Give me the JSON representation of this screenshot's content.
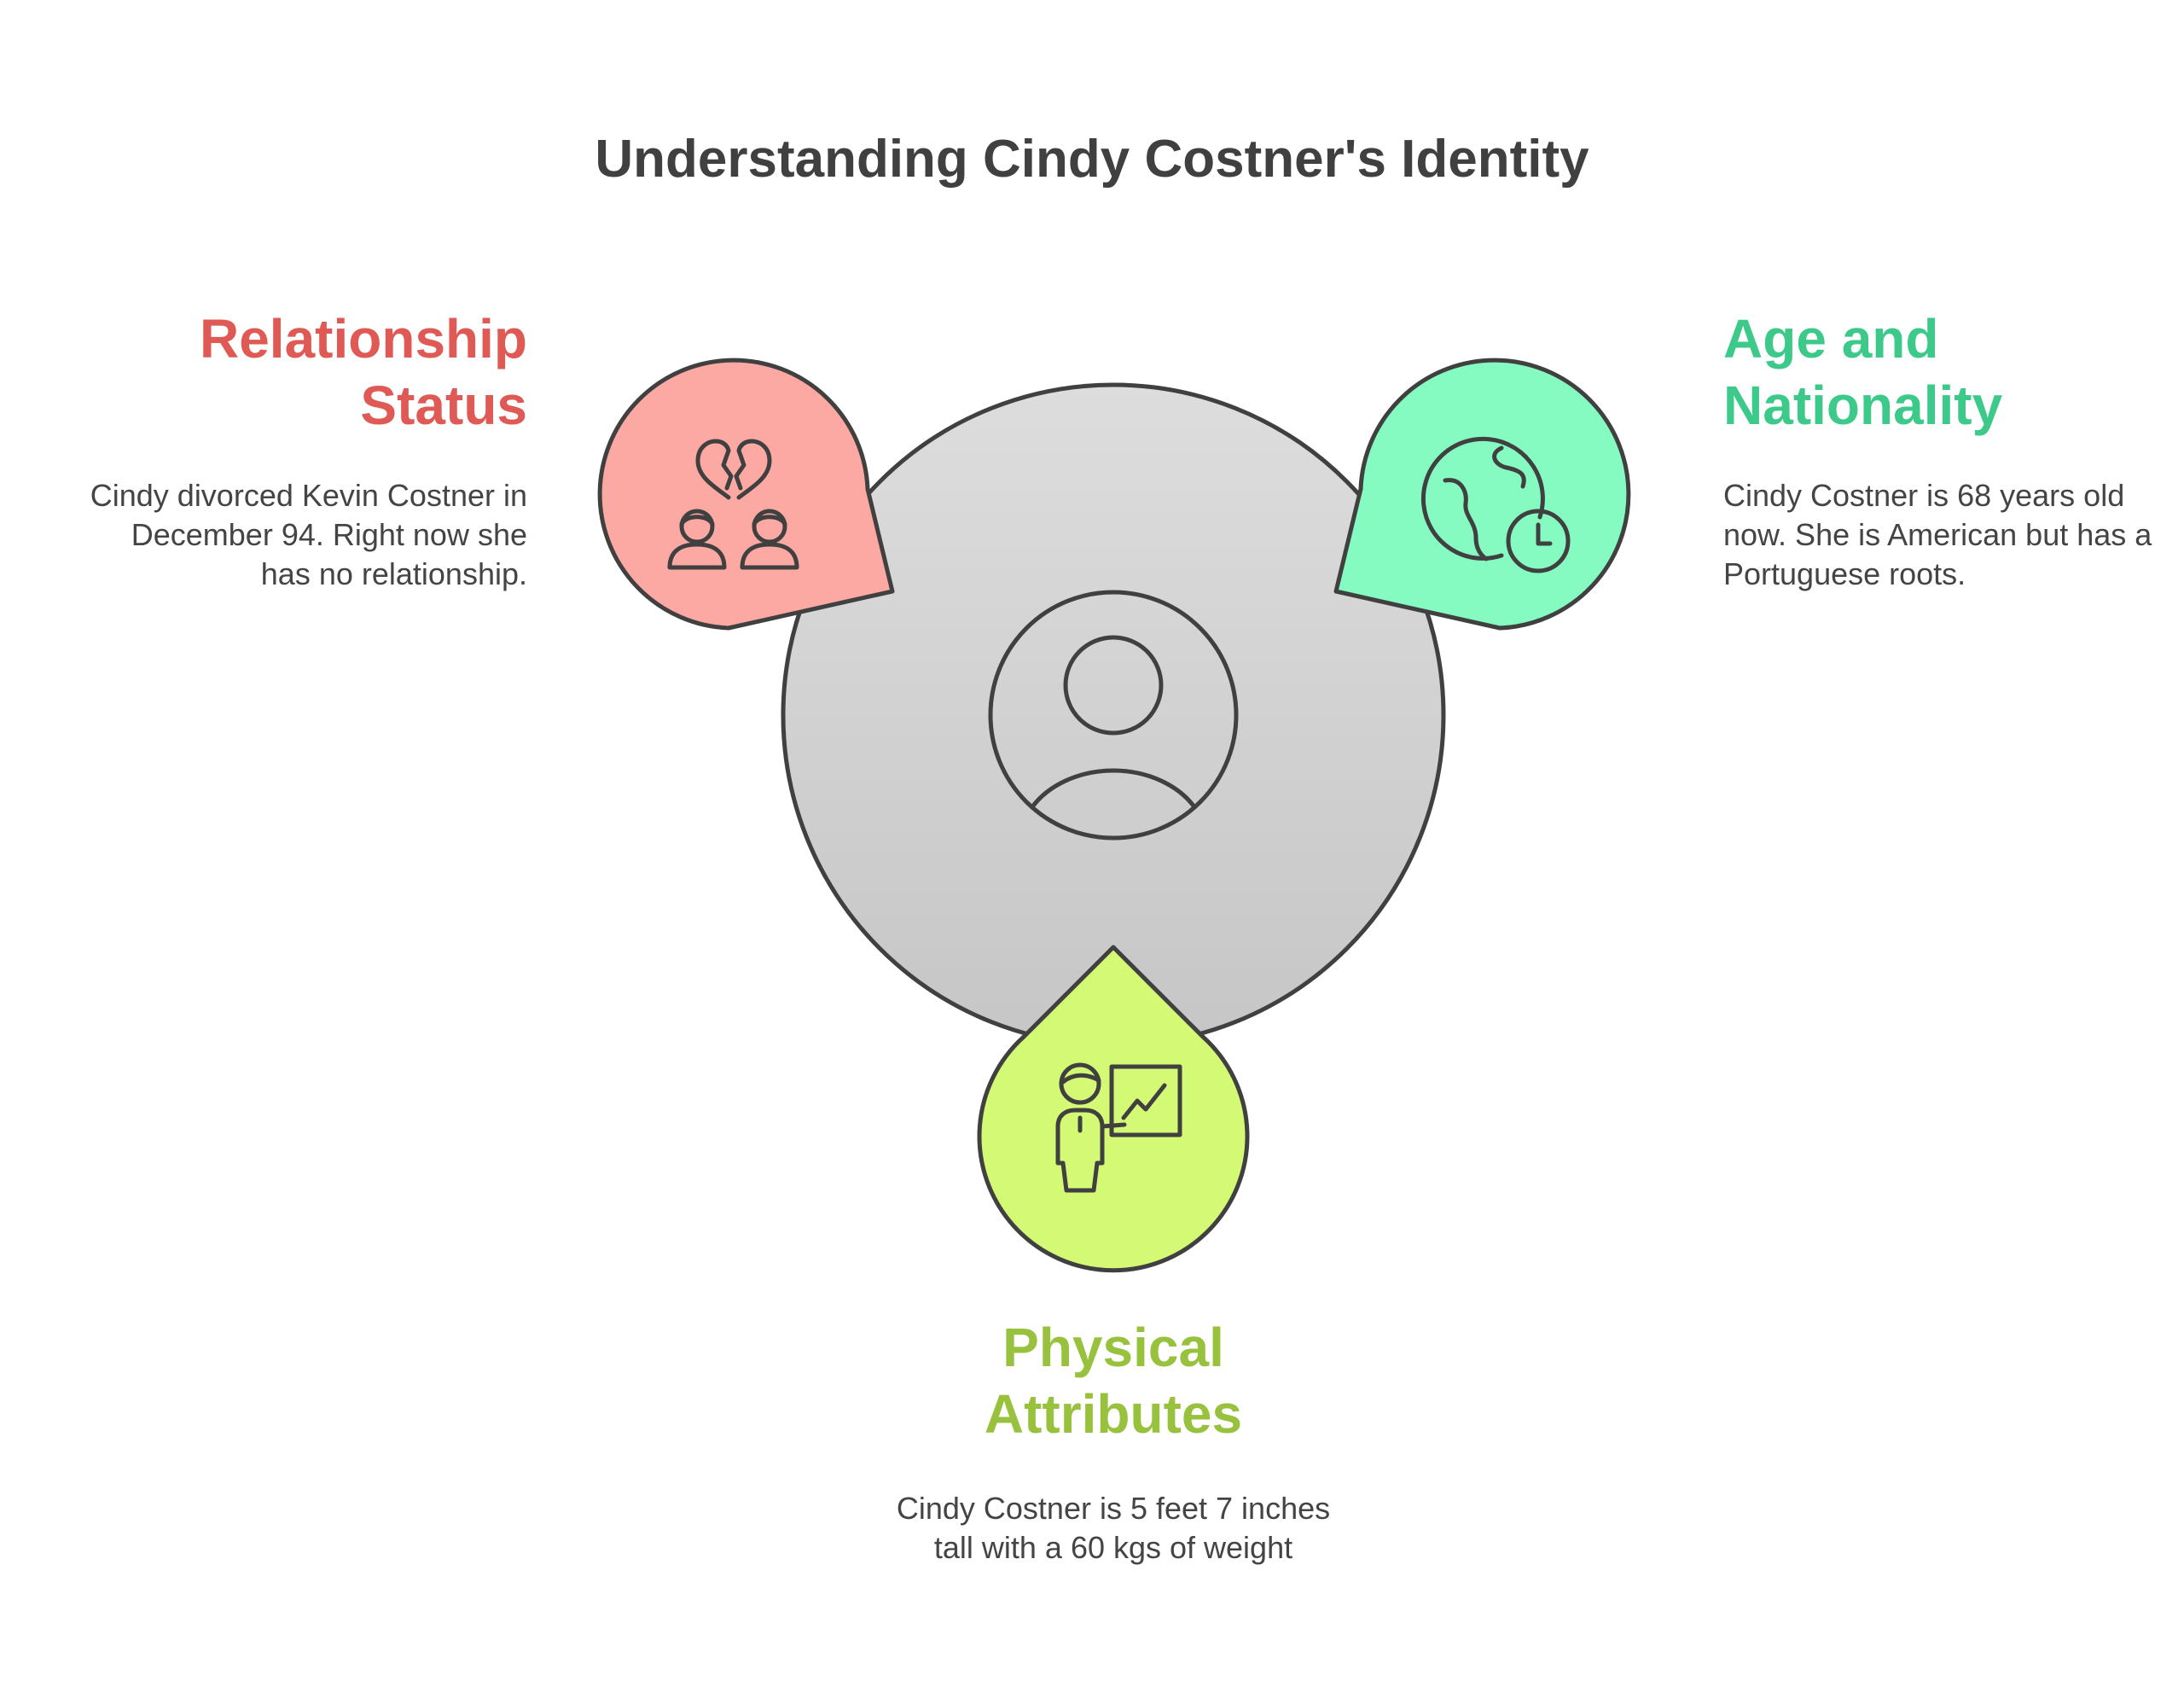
{
  "title": "Understanding Cindy Costner's Identity",
  "colors": {
    "circle_top": "#DDDDDD",
    "circle_bottom": "#C8C8C8",
    "stroke": "#404040",
    "relationship_fill": "#FCA8A3",
    "relationship_text": "#E05A55",
    "age_fill": "#85FBC2",
    "age_text": "#3DC98A",
    "physical_fill": "#D4F974",
    "physical_text": "#98C23D"
  },
  "sections": {
    "relationship": {
      "icon": "broken-heart-couple-icon",
      "heading": [
        "Relationship",
        "Status"
      ],
      "description": [
        "Cindy divorced Kevin Costner in",
        "December 94. Right now she",
        "has no relationship."
      ]
    },
    "age": {
      "icon": "globe-clock-icon",
      "heading": [
        "Age and",
        "Nationality"
      ],
      "description": [
        "Cindy Costner is 68 years old",
        "now. She is American but has a",
        "Portuguese roots."
      ]
    },
    "physical": {
      "icon": "presenter-chart-icon",
      "heading": [
        "Physical",
        "Attributes"
      ],
      "description": [
        "Cindy Costner is 5 feet 7 inches",
        "tall with a 60 kgs of weight"
      ]
    }
  },
  "center_icon": "user-icon"
}
